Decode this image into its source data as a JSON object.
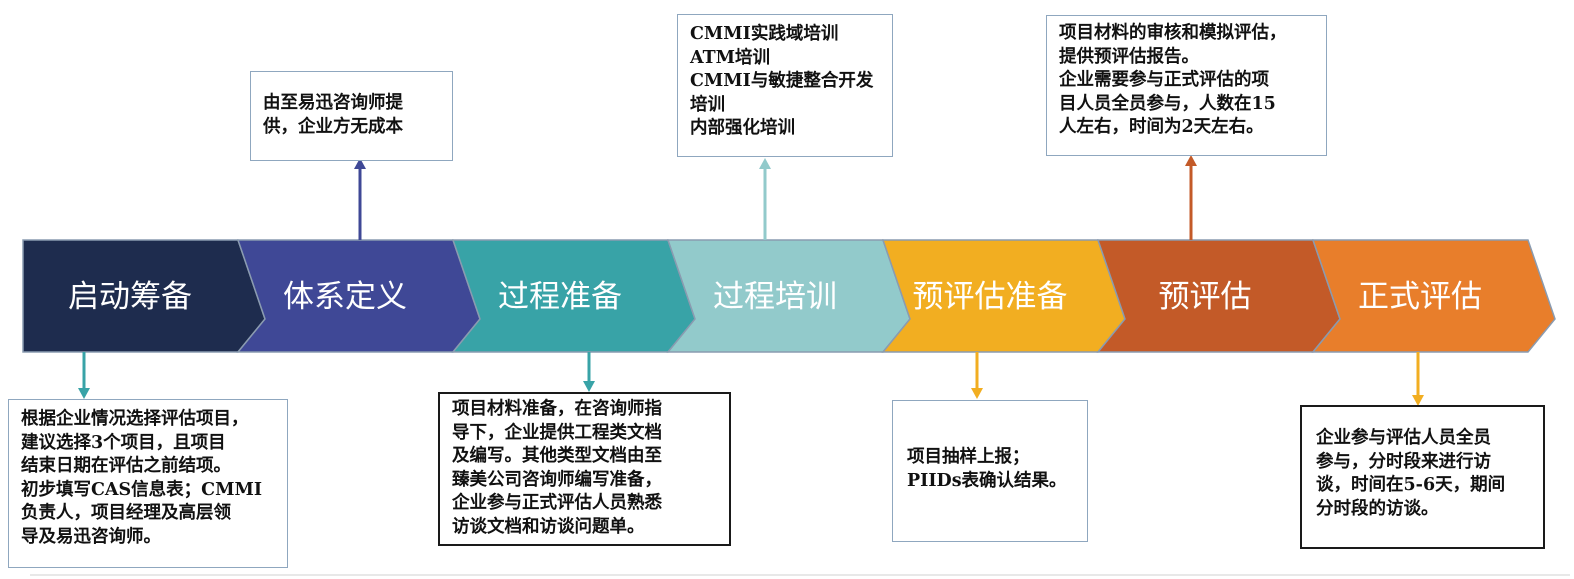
{
  "stages": [
    {
      "label": "启动筹备",
      "color": "#1e2c4e"
    },
    {
      "label": "体系定义",
      "color": "#3f4896"
    },
    {
      "label": "过程准备",
      "color": "#38a3a7"
    },
    {
      "label": "过程培训",
      "color": "#92cacb"
    },
    {
      "label": "预评估准备",
      "color": "#f2ae21"
    },
    {
      "label": "预评估",
      "color": "#c35a28"
    },
    {
      "label": "正式评估",
      "color": "#e87e2b"
    }
  ],
  "notes": {
    "startup": "根据企业情况选择评估项目，\n建议选择3个项目，且项目\n结束日期在评估之前结项。\n初步填写CAS信息表；CMMI\n负责人，项目经理及高层领\n导及易迅咨询师。",
    "system": "由至易迅咨询师提\n供，企业方无成本",
    "prep": "项目材料准备，在咨询师指\n导下，企业提供工程类文档\n及编写。其他类型文档由至\n臻美公司咨询师编写准备，\n企业参与正式评估人员熟悉\n访谈文档和访谈问题单。",
    "training": "CMMI实践域培训\nATM培训\nCMMI与敏捷整合开发\n培训\n内部强化培训",
    "preeval_prep": "项目抽样上报；\nPIIDs表确认结果。",
    "preeval": "项目材料的审核和模拟评估，\n提供预评估报告。\n企业需要参与正式评估的项\n目人员全员参与，人数在15\n人左右，时间为2天左右。",
    "formal": "企业参与评估人员全员\n参与，分时段来进行访\n谈，时间在5-6天，期间\n分时段的访谈。"
  }
}
